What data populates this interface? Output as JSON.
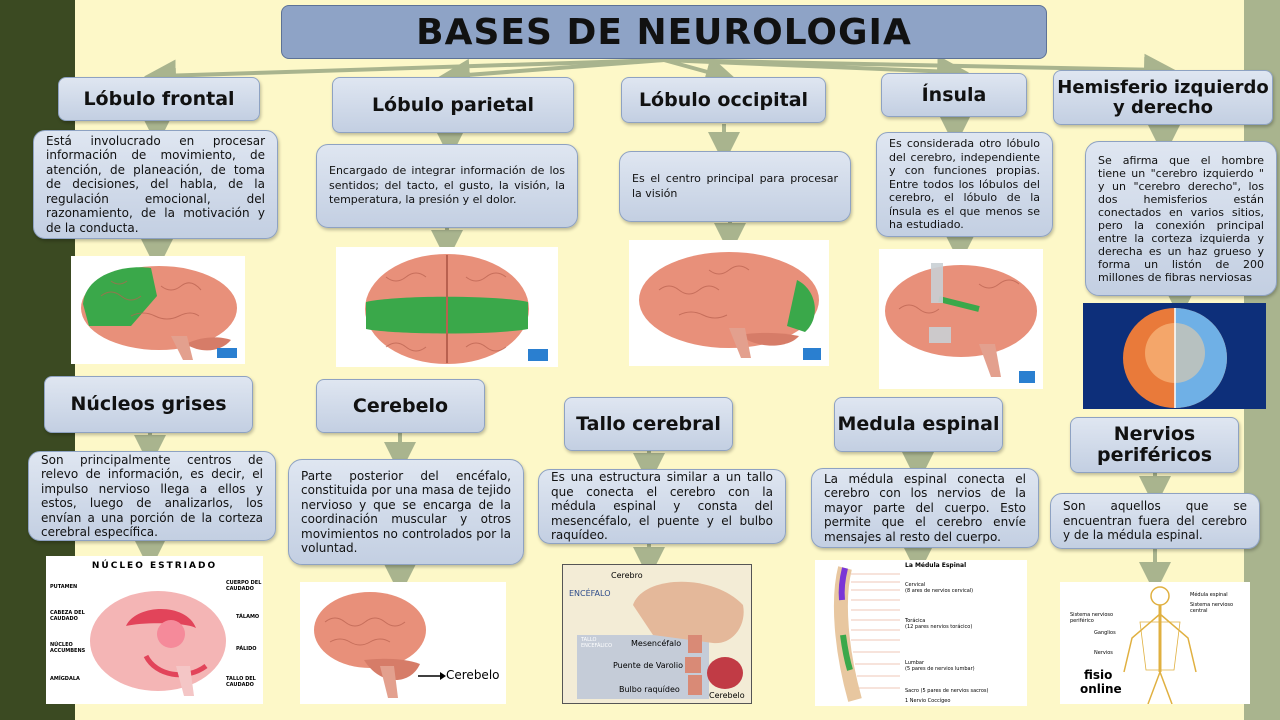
{
  "title": "BASES DE NEUROLOGIA",
  "topics": {
    "frontal": {
      "heading": "Lóbulo frontal",
      "text": "Está involucrado en procesar información de movimiento, de atención, de planeación, de toma de decisiones, del habla, de la regulación emocional, del razonamiento, de la motivación y de la conducta."
    },
    "parietal": {
      "heading": "Lóbulo parietal",
      "text": "Encargado de integrar información de los sentidos; del tacto, el gusto, la visión, la temperatura, la presión y el dolor."
    },
    "occipital": {
      "heading": "Lóbulo occipital",
      "text": "Es el centro principal para procesar la visión"
    },
    "insula": {
      "heading": "Ínsula",
      "text": "Es considerada otro lóbulo del cerebro, independiente y con funciones propias. Entre todos los lóbulos del cerebro, el lóbulo de la ínsula es el que menos se ha estudiado."
    },
    "hemisferio": {
      "heading": "Hemisferio izquierdo y derecho",
      "text": "Se afirma que el hombre tiene un \"cerebro izquierdo \" y un \"cerebro derecho\", los dos hemisferios están conectados en varios sitios, pero la conexión principal entre la corteza izquierda y derecha es un haz grueso y forma un listón de 200 millones de fibras nerviosas"
    },
    "nucleos": {
      "heading": "Núcleos grises",
      "text": "Son principalmente centros de relevo de información, es decir, el impulso nervioso llega a ellos y estos, luego de analizarlos, los envían a una porción de la corteza cerebral específica."
    },
    "cerebelo": {
      "heading": "Cerebelo",
      "text": "Parte posterior del encéfalo, constituida por una masa de tejido nervioso y que se encarga de la coordinación muscular y otros movimientos no controlados por la voluntad."
    },
    "tallo": {
      "heading": "Tallo cerebral",
      "text": "Es una estructura similar a un tallo que conecta el cerebro con la médula espinal y consta del mesencéfalo, el puente y el bulbo raquídeo."
    },
    "medula": {
      "heading": "Medula espinal",
      "text": "La médula espinal conecta el cerebro con los nervios de la mayor parte del cuerpo. Esto permite que el cerebro envíe mensajes al resto del cuerpo."
    },
    "nervios": {
      "heading": "Nervios periféricos",
      "text": "Son aquellos que se encuentran fuera del cerebro y de la médula espinal."
    }
  },
  "images": {
    "nucleo_title": "NÚCLEO ESTRIADO",
    "nucleo_labels": [
      "PUTAMEN",
      "CABEZA DEL CAUDADO",
      "NÚCLEO ACCUMBENS",
      "AMÍGDALA",
      "CUERPO DEL CAUDADO",
      "TÁLAMO",
      "PÁLIDO",
      "TALLO DEL CAUDADO"
    ],
    "cerebelo_label": "Cerebelo",
    "tallo_labels": [
      "Cerebro",
      "ENCÉFALO",
      "TALLO ENCEFÁLICO",
      "Mesencéfalo",
      "Puente de Varolio",
      "Bulbo raquídeo",
      "Cerebelo"
    ],
    "medula_labels": [
      "La Médula Espinal",
      "Cervical",
      "(8 ares de nervios cervical)",
      "Torácica",
      "(12 pares nervios torácico)",
      "Lumbar",
      "(5 pares de nervios lumbar)",
      "Sacro (5 pares de nervios sacros)",
      "1 Nervio Coccígeo"
    ],
    "nervios_labels": [
      "Médula espinal",
      "Sistema nervioso central",
      "Sistema nervioso periférico",
      "Ganglios",
      "Nervios",
      "fisio",
      "online"
    ]
  },
  "colors": {
    "box": "#c8d3e6",
    "title": "#8ea3c6",
    "arrow": "#a9b48e",
    "brain": "#e8907a",
    "highlight": "#3aa84a"
  }
}
